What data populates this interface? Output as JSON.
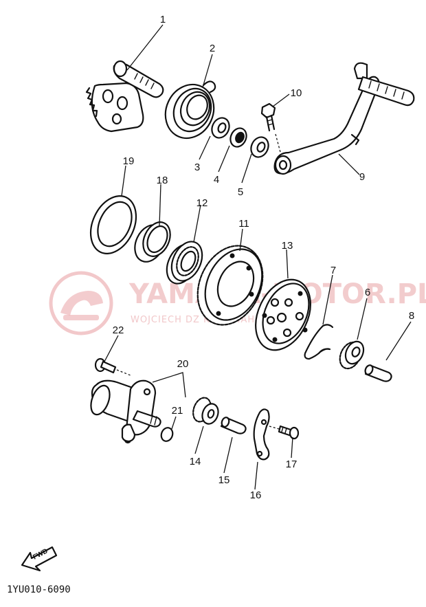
{
  "watermark": {
    "brand": "YAMAHA-MOTOR.PL",
    "subtitle": "WOJCIECH DZ KA YAMAHA"
  },
  "parts": [
    {
      "id": "1"
    },
    {
      "id": "2"
    },
    {
      "id": "3"
    },
    {
      "id": "4"
    },
    {
      "id": "5"
    },
    {
      "id": "6"
    },
    {
      "id": "7"
    },
    {
      "id": "8"
    },
    {
      "id": "9"
    },
    {
      "id": "10"
    },
    {
      "id": "11"
    },
    {
      "id": "12"
    },
    {
      "id": "13"
    },
    {
      "id": "14"
    },
    {
      "id": "15"
    },
    {
      "id": "16"
    },
    {
      "id": "17"
    },
    {
      "id": "18"
    },
    {
      "id": "19"
    },
    {
      "id": "20"
    },
    {
      "id": "21"
    },
    {
      "id": "22"
    }
  ],
  "direction_label": "FWD",
  "diagram_code": "1YU010-6090"
}
